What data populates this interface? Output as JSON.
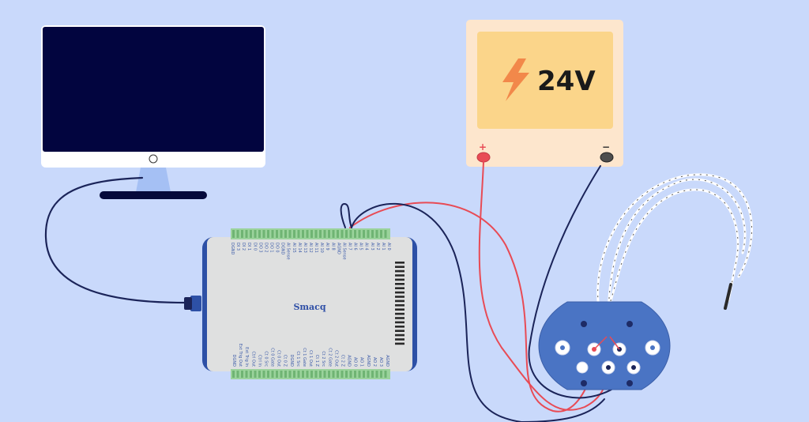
{
  "colors": {
    "background": "#c9d9fb",
    "monitor_screen": "#02053f",
    "supply_face": "#fbd58a",
    "supply_body": "#fde6cd",
    "wire_red": "#e84b55",
    "wire_navy": "#1b2459",
    "daq_body": "#dfe0e0",
    "daq_border": "#2d50a6",
    "terminal_green": "#9bd39c",
    "sensor_plate": "#4a74c4"
  },
  "icons": [
    "monitor-icon",
    "power-supply-icon",
    "lightning-bolt-icon",
    "daq-device-icon",
    "usb-connector-icon",
    "sensor-connector-icon",
    "thermocouple-probe-icon"
  ],
  "power_supply": {
    "voltage": "24V",
    "plus": "+",
    "minus": "−"
  },
  "daq": {
    "brand": "Smacq",
    "top_pins": [
      "DGND",
      "DI 3",
      "DI 2",
      "DI 1",
      "DI 0",
      "DO 3",
      "DO 2",
      "DO 1",
      "DO 0",
      "DGND",
      "AI Sense",
      "AI 15",
      "AI 14",
      "AI 13",
      "AI 12",
      "AI 11",
      "AI 10",
      "AI 9",
      "AI 8",
      "AGND",
      "AI Sense",
      "AI 7",
      "AI 6",
      "AI 5",
      "AI 4",
      "AI 3",
      "AI 2",
      "AI 1",
      "AI 0"
    ],
    "bottom_pins": [
      "DGND",
      "Ext Trig Out",
      "Ext Trig In",
      "Ctrl Out",
      "Ctrl In",
      "Ct 0 Src",
      "Ct 0 Gate",
      "Ct 0 Out",
      "Ct 0 Z",
      "DGND",
      "Ct 1 Src",
      "Ct 1 Gate",
      "Ct 1 Out",
      "Ct 1 Z",
      "Ct 2 Src",
      "Ct 2 Gate",
      "Ct 2 Out",
      "Ct 2 Z",
      "AGND",
      "AO 0",
      "AO 1",
      "AGND",
      "AO 2",
      "AO 3",
      "AGND"
    ]
  }
}
